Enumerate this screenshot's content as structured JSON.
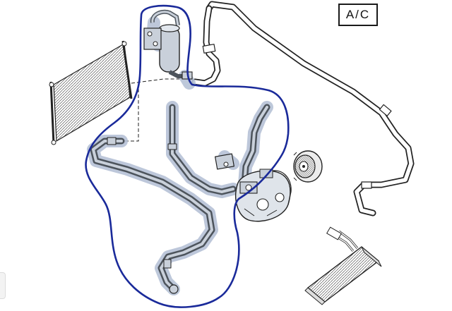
{
  "label": {
    "text": "A/C"
  },
  "colors": {
    "outline": "#1a2a9a",
    "highlight": "#b6c2d6",
    "pipe": "#555b63",
    "line": "#1a1a1a",
    "background": "#ffffff"
  },
  "components": [
    {
      "id": "condenser",
      "icon": "condenser-icon"
    },
    {
      "id": "receiver-drier",
      "icon": "receiver-drier-icon"
    },
    {
      "id": "compressor",
      "icon": "compressor-icon"
    },
    {
      "id": "compressor-pulley",
      "icon": "pulley-icon"
    },
    {
      "id": "evaporator",
      "icon": "evaporator-icon"
    },
    {
      "id": "highlighted-hoses",
      "icon": "hose-assembly-icon"
    },
    {
      "id": "suction-line",
      "icon": "pipe-icon"
    }
  ]
}
